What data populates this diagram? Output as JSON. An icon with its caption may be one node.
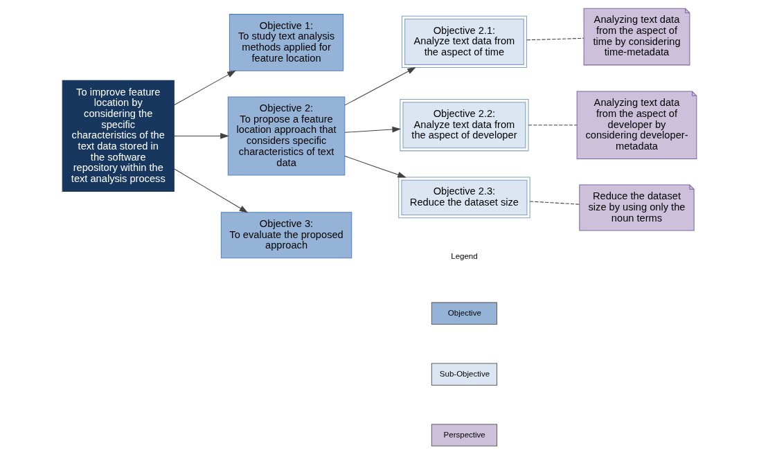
{
  "diagram": {
    "nodes": [
      {
        "text": [
          "To improve feature location by considering the specific characteristics of the text data stored in the software repository within the text analysis process"
        ]
      },
      {
        "text": [
          "Objective 1:",
          "To study text analysis methods applied for feature location"
        ]
      },
      {
        "text": [
          "Objective 2:",
          "To propose a feature location approach that considers specific characteristics of text data"
        ]
      },
      {
        "text": [
          "Objective 3:",
          "To evaluate the proposed approach"
        ]
      },
      {
        "text": [
          "Objective 2.1:",
          "Analyze text data from the aspect of time"
        ]
      },
      {
        "text": [
          "Objective 2.2:",
          "Analyze text data from the aspect of developer"
        ]
      },
      {
        "text": [
          "Objective 2.3:",
          "Reduce the dataset size"
        ]
      },
      {
        "text": [
          "Analyzing text data from the aspect of time by considering time-metadata"
        ]
      },
      {
        "text": [
          "Analyzing text data from the aspect of developer by considering developer-metadata"
        ]
      },
      {
        "text": [
          "Reduce the dataset size by using only the noun terms"
        ]
      }
    ],
    "edges": [
      {
        "from": 0,
        "to": 1,
        "arrow": "to"
      },
      {
        "from": 0,
        "to": 2,
        "arrow": "to"
      },
      {
        "from": 0,
        "to": 3,
        "arrow": "to"
      },
      {
        "from": 2,
        "to": 4,
        "arrow": "to"
      },
      {
        "from": 2,
        "to": 5,
        "arrow": "to"
      },
      {
        "from": 2,
        "to": 6,
        "arrow": "to"
      },
      {
        "from": 4,
        "to": 7,
        "arrow": "none",
        "style": "dashed"
      },
      {
        "from": 5,
        "to": 8,
        "arrow": "none",
        "style": "dashed"
      },
      {
        "from": 6,
        "to": 9,
        "arrow": "none",
        "style": "dashed"
      }
    ],
    "labels": [
      "Legend"
    ],
    "legend": [
      {
        "text": "Objective",
        "color": "#95b3d7"
      },
      {
        "text": "Sub-Objective"
      },
      {
        "text": "Perspective",
        "color": "#ccc0da"
      }
    ]
  }
}
